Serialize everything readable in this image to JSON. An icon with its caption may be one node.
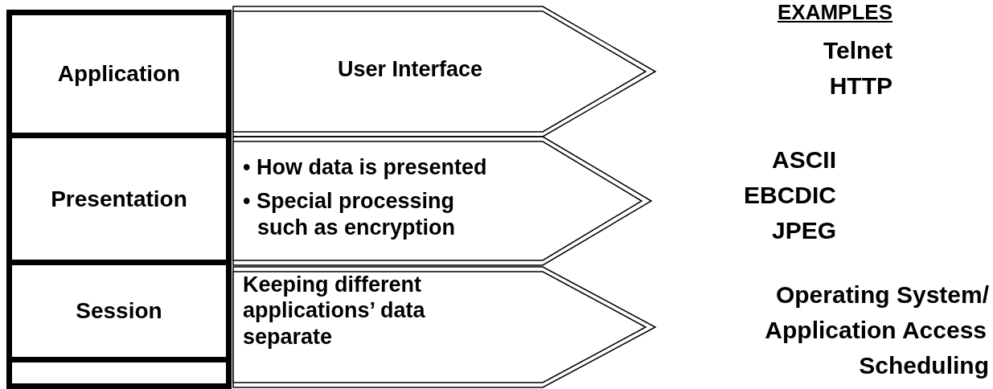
{
  "diagram": {
    "nodes": [
      {
        "text": [
          "Application"
        ]
      },
      {
        "text": [
          "User Interface"
        ]
      },
      {
        "text": [
          "Presentation"
        ]
      },
      {
        "text": [
          "• How data is presented",
          "• Special processing such as encryption"
        ]
      },
      {
        "text": [
          "Session"
        ]
      },
      {
        "text": [
          "Keeping different applications’ data separate"
        ]
      },
      {
        "text": [],
        "shape": "box"
      }
    ],
    "edges": [],
    "labels": [
      "EXAMPLES",
      "Telnet",
      "HTTP",
      "ASCII",
      "EBCDIC",
      "JPEG",
      "Operating System/",
      "Application Access",
      "Scheduling"
    ]
  }
}
